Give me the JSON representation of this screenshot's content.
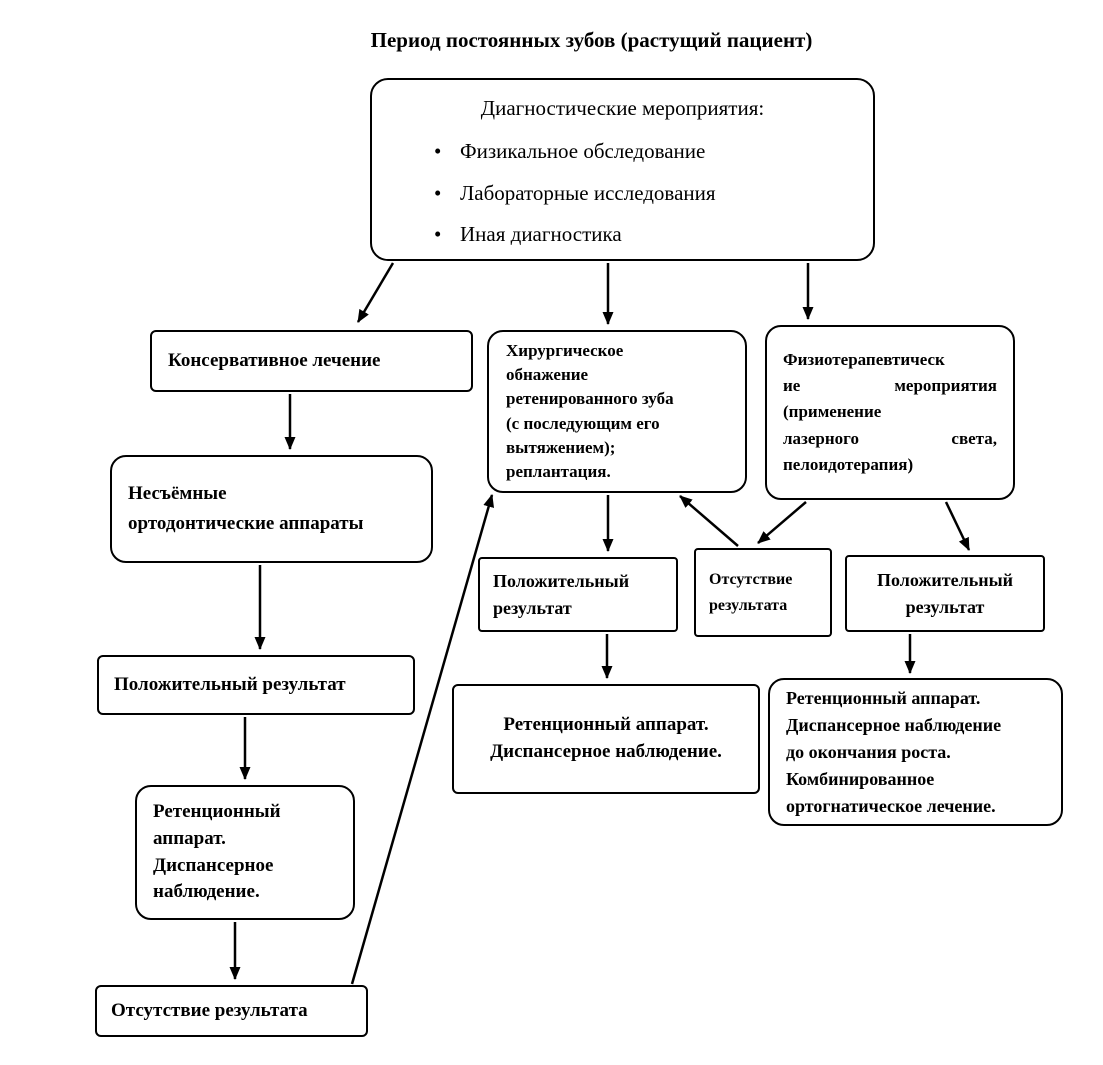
{
  "title": "Период постоянных зубов (растущий пациент)",
  "diagnostics": {
    "heading": "Диагностические мероприятия:",
    "bullet_icon": "•",
    "items": [
      "Физикальное обследование",
      "Лабораторные исследования",
      "Иная диагностика"
    ]
  },
  "branches": {
    "conservative": {
      "main": "Консервативное лечение",
      "appliances": "Несъёмные\nортодонтические аппараты",
      "positive": "Положительный результат",
      "retention": "Ретенционный\nаппарат.\nДиспансерное\nнаблюдение.",
      "no_result": "Отсутствие результата"
    },
    "surgical": {
      "main": "Хирургическое\nобнажение\nретенированного зуба\n(с последующим его\nвытяжением);\nреплантация.",
      "positive": "Положительный\nрезультат",
      "retention": "Ретенционный аппарат.\nДиспансерное наблюдение."
    },
    "physiotherapy": {
      "main": "Физиотерапевтическ\nие мероприятия\n(применение\nлазерного света,\nпелоидотерапия)",
      "no_result": "Отсутствие\nрезультата",
      "positive": "Положительный\nрезультат",
      "retention": "Ретенционный аппарат.\nДиспансерное наблюдение\nдо окончания роста.\nКомбинированное\nортогнатическое лечение."
    }
  },
  "colors": {
    "line": "#000000",
    "border": "#000000",
    "text": "#000000",
    "background": "#ffffff"
  }
}
